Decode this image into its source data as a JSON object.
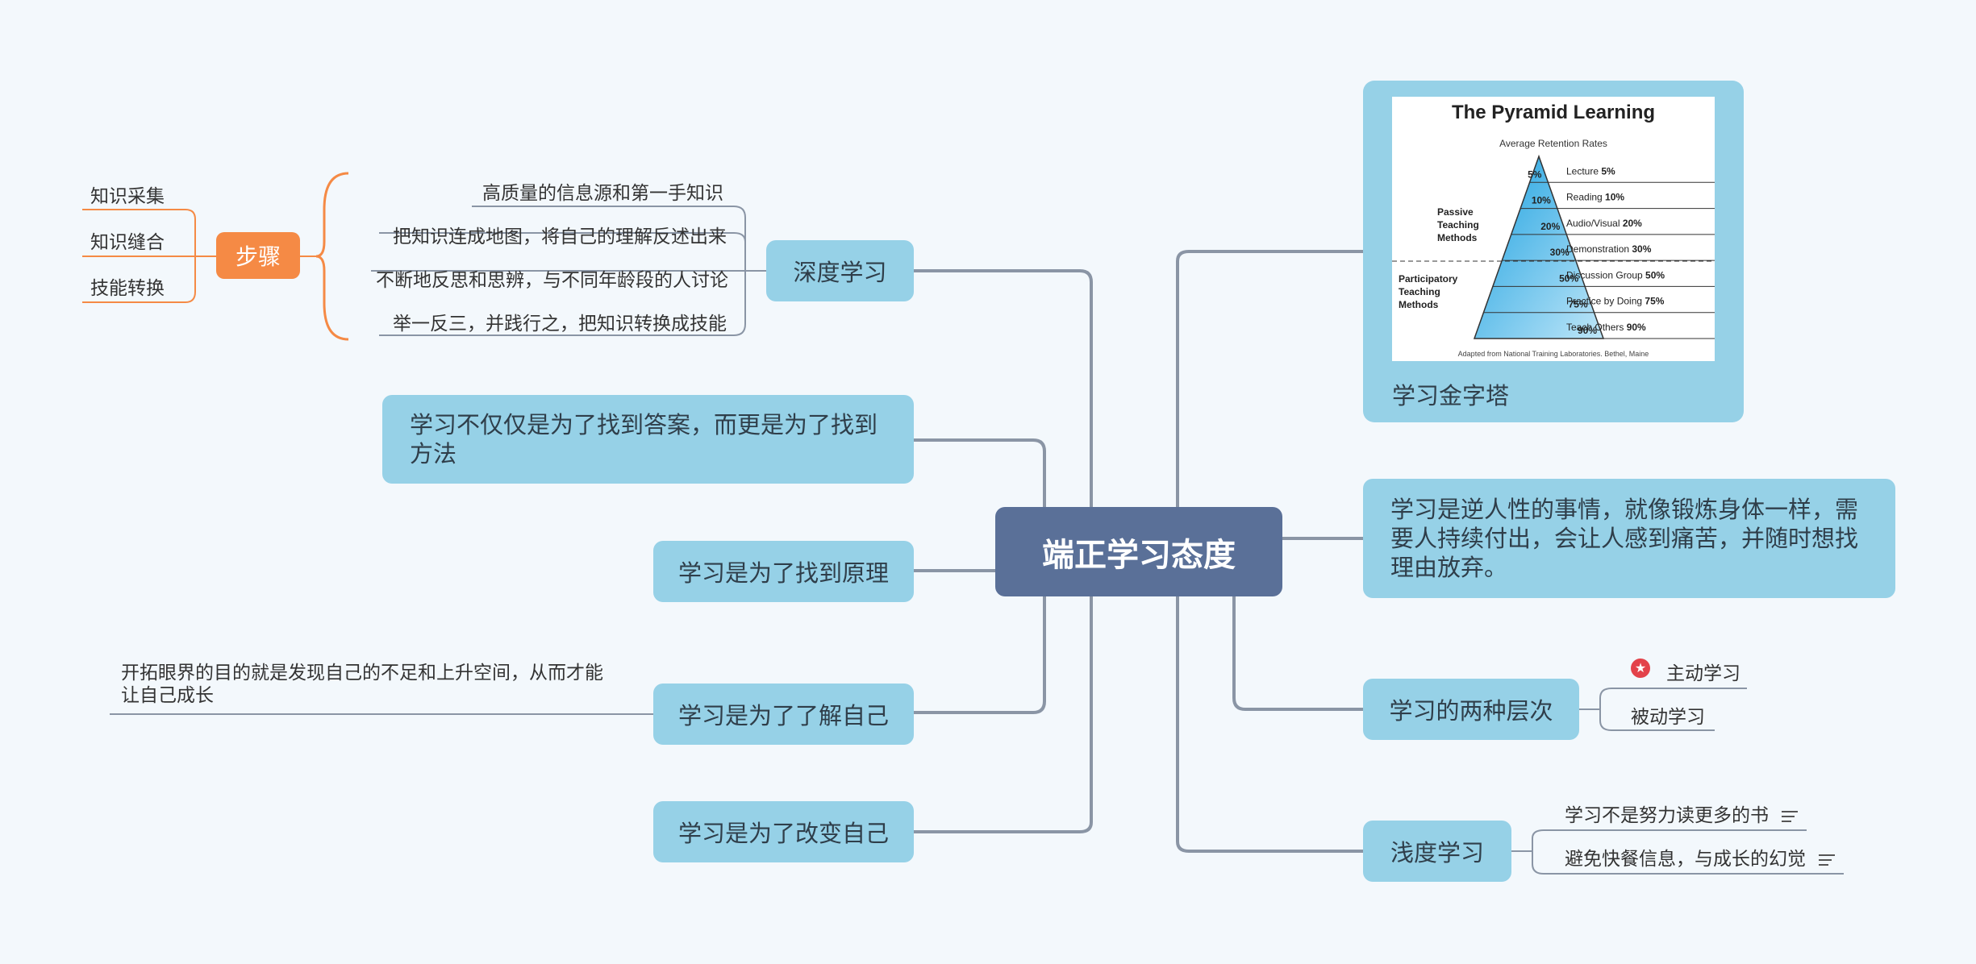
{
  "center": "端正学习态度",
  "left": {
    "deep_learning": {
      "label": "深度学习",
      "items": [
        "高质量的信息源和第一手知识",
        "把知识连成地图，将自己的理解反述出来",
        "不断地反思和思辨，与不同年龄段的人讨论",
        "举一反三，并践行之，把知识转换成技能"
      ],
      "steps": {
        "label": "步骤",
        "items": [
          "知识采集",
          "知识缝合",
          "技能转换"
        ]
      }
    },
    "method": "学习不仅仅是为了找到答案，而更是为了找到方法",
    "principle": "学习是为了找到原理",
    "know_self": {
      "label": "学习是为了了解自己",
      "note": "开拓眼界的目的就是发现自己的不足和上升空间，从而才能让自己成长"
    },
    "change_self": "学习是为了改变自己"
  },
  "right": {
    "pyramid": {
      "caption": "学习金字塔",
      "title": "The Pyramid Learning",
      "subtitle": "Average Retention Rates",
      "passive": "Passive Teaching Methods",
      "participatory": "Participatory Teaching Methods",
      "levels": [
        {
          "pct": "5%",
          "label": "Lecture",
          "value": "5%"
        },
        {
          "pct": "10%",
          "label": "Reading",
          "value": "10%"
        },
        {
          "pct": "20%",
          "label": "Audio/Visual",
          "value": "20%"
        },
        {
          "pct": "30%",
          "label": "Demonstration",
          "value": "30%"
        },
        {
          "pct": "50%",
          "label": "Discussion Group",
          "value": "50%"
        },
        {
          "pct": "75%",
          "label": "Practice by Doing",
          "value": "75%"
        },
        {
          "pct": "90%",
          "label": "Teach Others",
          "value": "90%"
        }
      ],
      "source": "Adapted from National Training Laboratories. Bethel, Maine"
    },
    "against_nature": "学习是逆人性的事情，就像锻炼身体一样，需要人持续付出，会让人感到痛苦，并随时想找理由放弃。",
    "two_levels": {
      "label": "学习的两种层次",
      "items": [
        "主动学习",
        "被动学习"
      ]
    },
    "shallow": {
      "label": "浅度学习",
      "items": [
        "学习不是努力读更多的书",
        "避免快餐信息，与成长的幻觉"
      ]
    }
  },
  "colors": {
    "center": "#5a7098",
    "topic": "#96d1e7",
    "steps": "#f58a45",
    "line": "#8a95a5"
  }
}
